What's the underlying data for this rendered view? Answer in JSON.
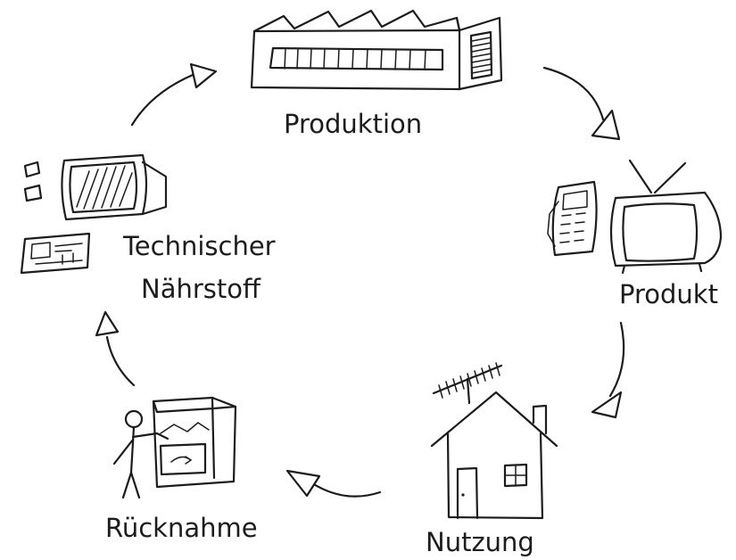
{
  "diagram": {
    "nodes": [
      {
        "id": "produktion",
        "label": "Produktion",
        "icon": "factory-icon"
      },
      {
        "id": "produkt",
        "label": "Produkt",
        "icon": "tv-and-phone-icon"
      },
      {
        "id": "nutzung",
        "label": "Nutzung",
        "icon": "house-with-antenna-icon"
      },
      {
        "id": "ruecknahme",
        "label": "Rücknahme",
        "icon": "return-bin-icon"
      },
      {
        "id": "technischer_naehrstoff",
        "label_line1": "Technischer",
        "label_line2": "Nährstoff",
        "icon": "components-icon"
      }
    ],
    "edges": [
      {
        "from": "produktion",
        "to": "produkt"
      },
      {
        "from": "produkt",
        "to": "nutzung"
      },
      {
        "from": "nutzung",
        "to": "ruecknahme"
      },
      {
        "from": "ruecknahme",
        "to": "technischer_naehrstoff"
      },
      {
        "from": "technischer_naehrstoff",
        "to": "produktion"
      }
    ],
    "ink_color": "#1c1c1c"
  }
}
